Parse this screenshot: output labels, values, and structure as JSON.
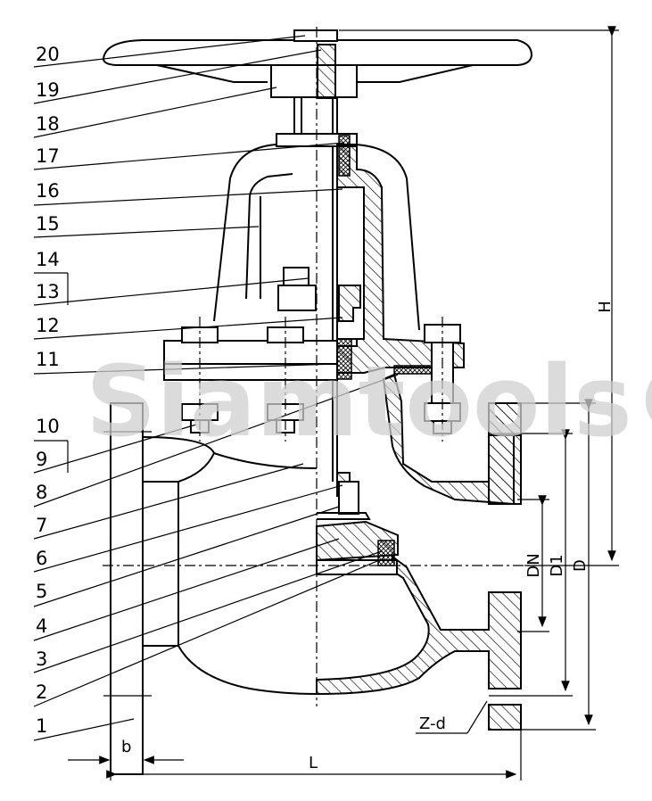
{
  "part_numbers": [
    "20",
    "19",
    "18",
    "17",
    "16",
    "15",
    "14",
    "13",
    "12",
    "11",
    "10",
    "9",
    "8",
    "7",
    "6",
    "5",
    "4",
    "3",
    "2",
    "1"
  ],
  "dimensions": {
    "b": "b",
    "L": "L",
    "H": "H",
    "DN": "DN",
    "D1": "D1",
    "D": "D",
    "Z_d": "Z-d"
  },
  "watermark": "Siamtools®"
}
